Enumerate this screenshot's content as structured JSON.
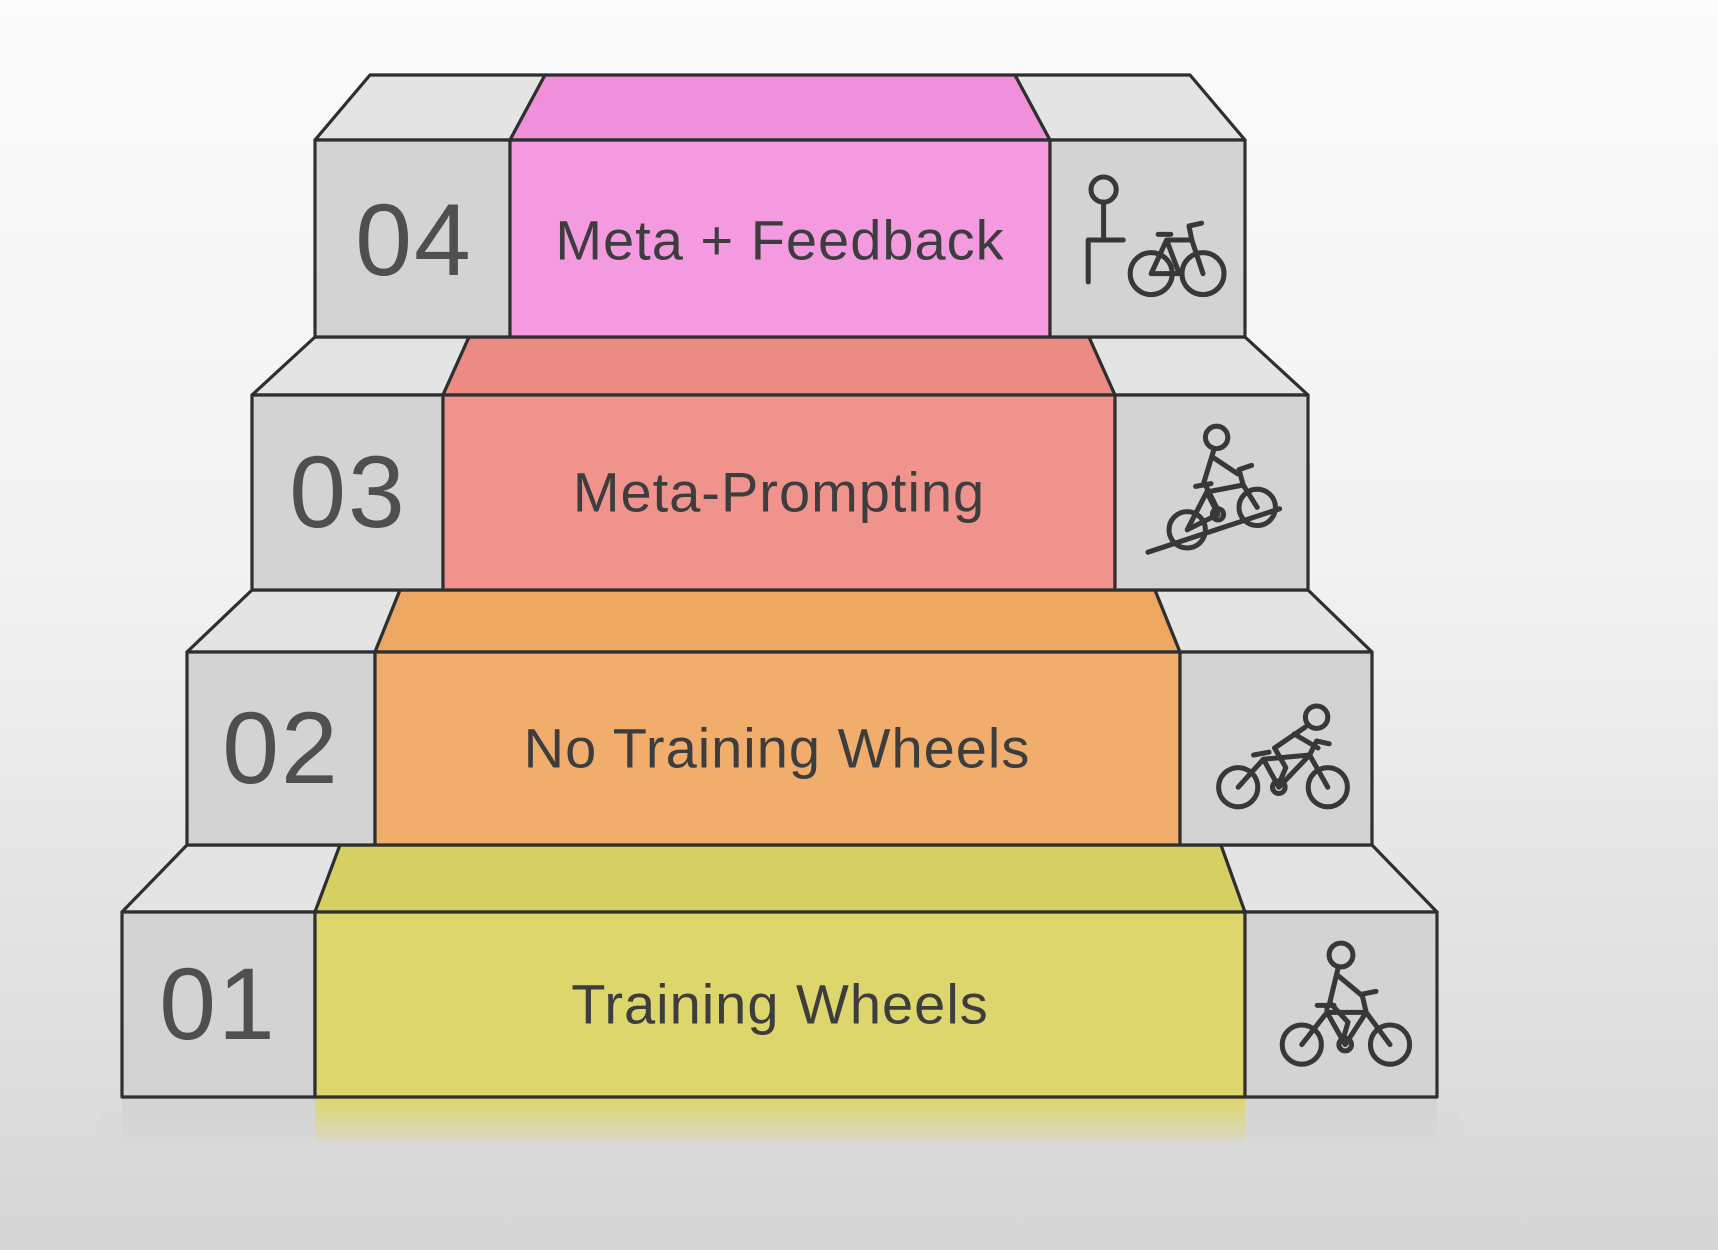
{
  "page": {
    "background_top": "#fbfbfb",
    "background_bottom": "#d6d6d6"
  },
  "colors": {
    "outline": "#2f2f2f",
    "icon_stroke": "#383838",
    "gray_front": "#d3d3d3",
    "gray_top": "#e4e4e4",
    "number_text": "#4f4f4f",
    "label_text": "#3d3d3d"
  },
  "diagram": {
    "type": "stepped-staircase",
    "levels": 4
  },
  "steps": [
    {
      "number": "01",
      "label": "Training Wheels",
      "icon": "cyclist-riding-icon",
      "color_front": "#dcd66c",
      "color_top": "#d6d063"
    },
    {
      "number": "02",
      "label": "No Training Wheels",
      "icon": "cyclist-leaning-forward-icon",
      "color_front": "#f0ad6b",
      "color_top": "#eda761"
    },
    {
      "number": "03",
      "label": "Meta-Prompting",
      "icon": "cyclist-uphill-icon",
      "color_front": "#ef938c",
      "color_top": "#ec8b83"
    },
    {
      "number": "04",
      "label": "Meta + Feedback",
      "icon": "person-standing-with-bike-icon",
      "color_front": "#f39ae1",
      "color_top": "#f08fda"
    }
  ]
}
